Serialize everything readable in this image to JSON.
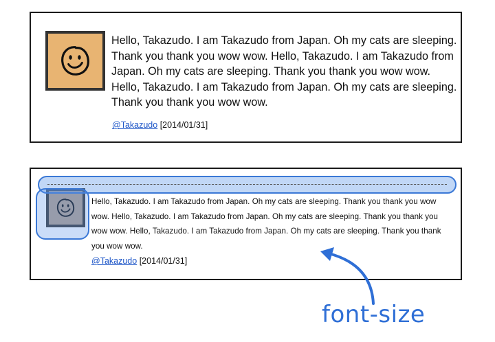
{
  "cards": [
    {
      "tweet_text": "Hello, Takazudo. I am Takazudo from Japan. Oh my cats are sleeping. Thank you thank you wow wow. Hello, Takazudo. I am Takazudo from Japan. Oh my cats are sleeping. Thank you thank you wow wow. Hello, Takazudo. I am Takazudo from Japan. Oh my cats are sleeping. Thank you thank you wow wow.",
      "username": "@Takazudo",
      "date": "[2014/01/31]",
      "avatar_icon": "smiley-face-icon"
    },
    {
      "tweet_text": "Hello, Takazudo. I am Takazudo from Japan. Oh my cats are sleeping. Thank you thank you wow wow. Hello, Takazudo. I am Takazudo from Japan. Oh my cats are sleeping. Thank you thank you wow wow. Hello, Takazudo. I am Takazudo from Japan. Oh my cats are sleeping. Thank you thank you wow wow.",
      "username": "@Takazudo",
      "date": "[2014/01/31]",
      "avatar_icon": "smiley-face-icon"
    }
  ],
  "callout": {
    "label": "font-size"
  },
  "colors": {
    "highlight_stroke": "#3a78d6",
    "highlight_fill": "#5c96e8",
    "avatar_top_bg": "#e8b472",
    "avatar_bottom_bg": "#b3a08e",
    "link": "#1f57c8",
    "callout": "#2f6fd6"
  }
}
